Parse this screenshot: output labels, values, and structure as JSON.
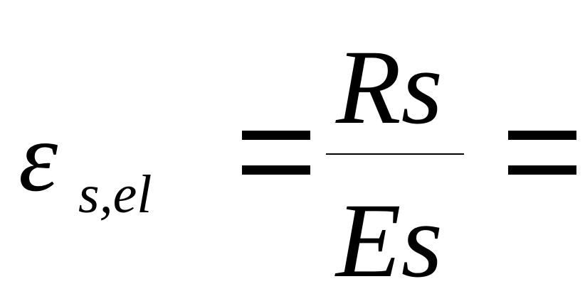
{
  "formula": {
    "lhs_symbol": "ε",
    "lhs_subscript": "s,el",
    "numerator": "Rs",
    "denominator": "Es",
    "equals": "="
  }
}
